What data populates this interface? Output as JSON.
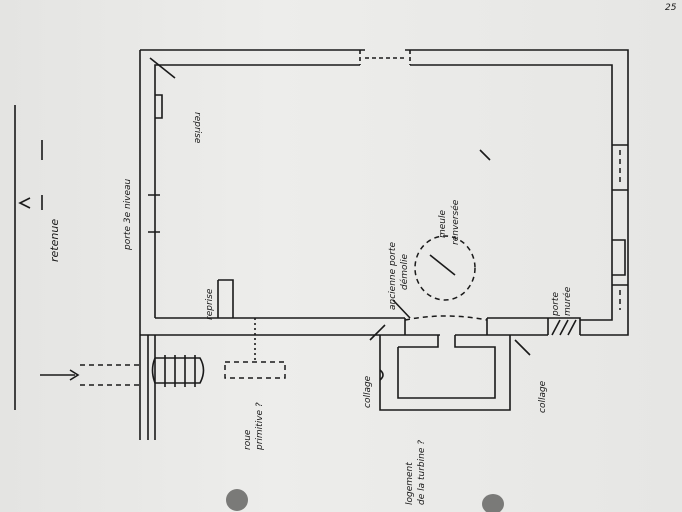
{
  "page_number": "25",
  "labels": {
    "reprise_top": "reprise",
    "porte_3e_niveau": "porte 3e niveau",
    "reprise_left": "reprise",
    "retenue": "retenue",
    "ancienne_porte": "ancienne porte",
    "demolie": "démolie",
    "meule": "meule",
    "renversee": "renversée",
    "porte": "porte",
    "muree": "murée",
    "collage_left": "collage",
    "collage_right": "collage",
    "roue": "roue",
    "primitive": "primitive ?",
    "logement": "logement",
    "de_la_turbine": "de la turbine ?"
  }
}
